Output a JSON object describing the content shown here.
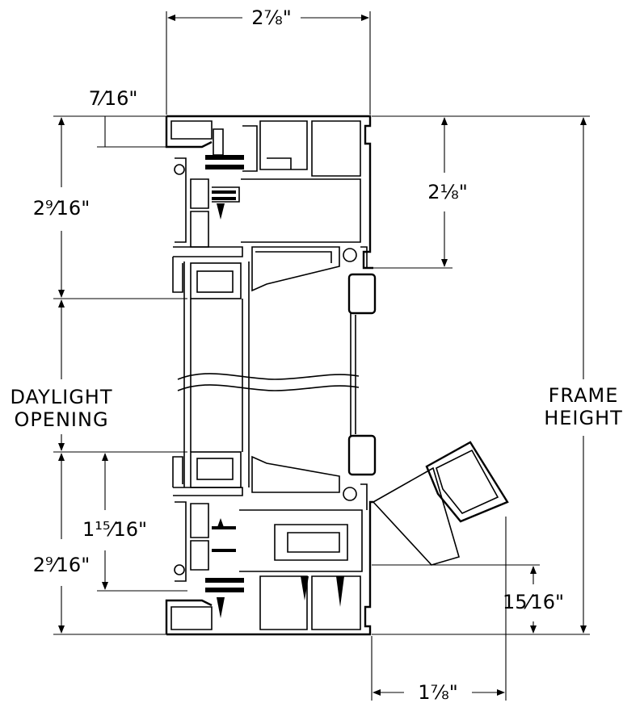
{
  "dimensions": {
    "frame_depth": "2⅞\"",
    "top_offset": "7⁄16\"",
    "top_height": "2⁹⁄16\"",
    "right_top": "2⅛\"",
    "bottom_height": "2⁹⁄16\"",
    "bottom_mid": "1¹⁵⁄16\"",
    "bottom_right": "15⁄16\"",
    "bottom_width": "1⅞\""
  },
  "labels": {
    "daylight_line1": "DAYLIGHT",
    "daylight_line2": "OPENING",
    "frame_line1": "FRAME",
    "frame_line2": "HEIGHT"
  }
}
